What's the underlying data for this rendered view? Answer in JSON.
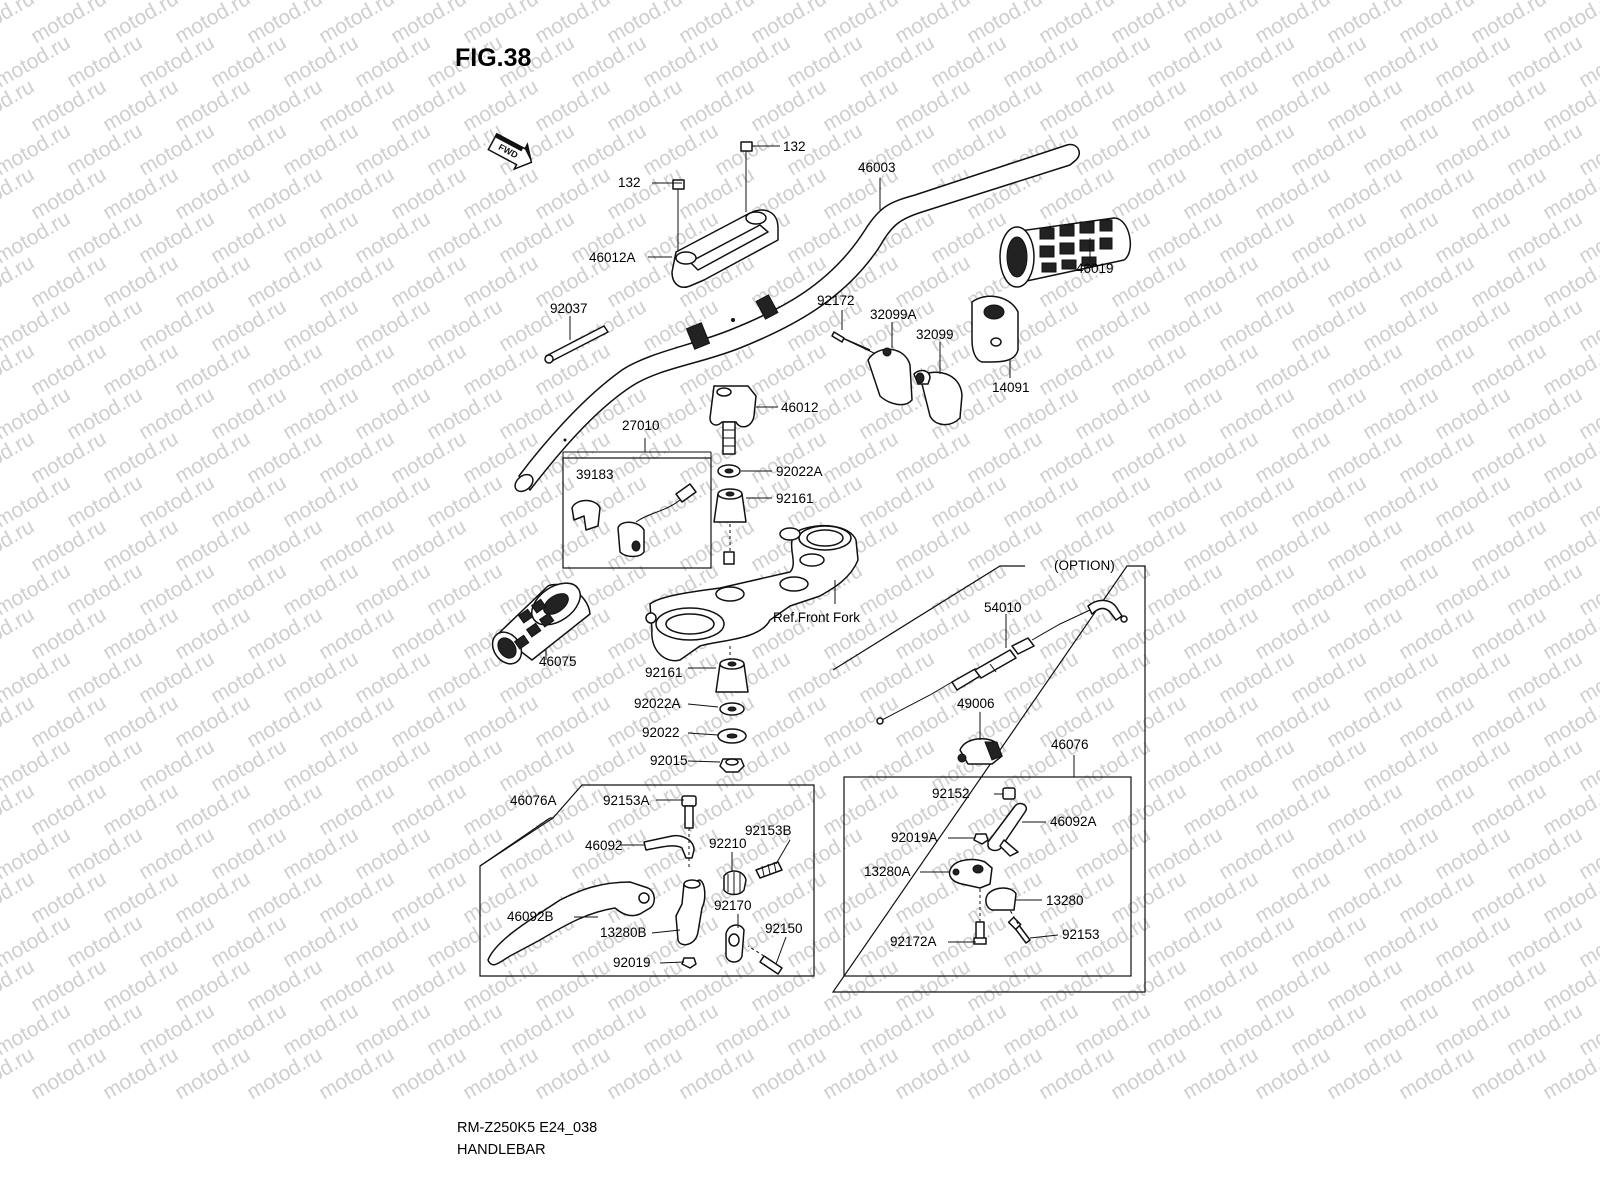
{
  "figure": {
    "title": "FIG.38"
  },
  "watermark": {
    "text": "motod.ru"
  },
  "fwd_mark": {
    "text": "FWD"
  },
  "option_box": {
    "label": "(OPTION)"
  },
  "reference": {
    "text": "Ref.Front Fork"
  },
  "footer": {
    "code": "RM-Z250K5 E24_038",
    "name": "HANDLEBAR"
  },
  "callouts": {
    "c132a": "132",
    "c132b": "132",
    "c46003": "46003",
    "c46012A": "46012A",
    "c46019": "46019",
    "c92037": "92037",
    "c92172": "92172",
    "c32099A": "32099A",
    "c32099": "32099",
    "c14091": "14091",
    "c46012": "46012",
    "c27010": "27010",
    "c39183": "39183",
    "c92022A_top": "92022A",
    "c92161_top": "92161",
    "c46075": "46075",
    "c92161_bot": "92161",
    "c92022A_bot": "92022A",
    "c92022": "92022",
    "c92015": "92015",
    "c54010": "54010",
    "c49006": "49006",
    "c46076": "46076",
    "c92152": "92152",
    "c46092A": "46092A",
    "c92019A": "92019A",
    "c13280A": "13280A",
    "c13280": "13280",
    "c92172A": "92172A",
    "c92153": "92153",
    "c46076A": "46076A",
    "c92153A": "92153A",
    "c46092": "46092",
    "c92210": "92210",
    "c92153B": "92153B",
    "c92170": "92170",
    "c46092B": "46092B",
    "c13280B": "13280B",
    "c92150": "92150",
    "c92019": "92019"
  }
}
